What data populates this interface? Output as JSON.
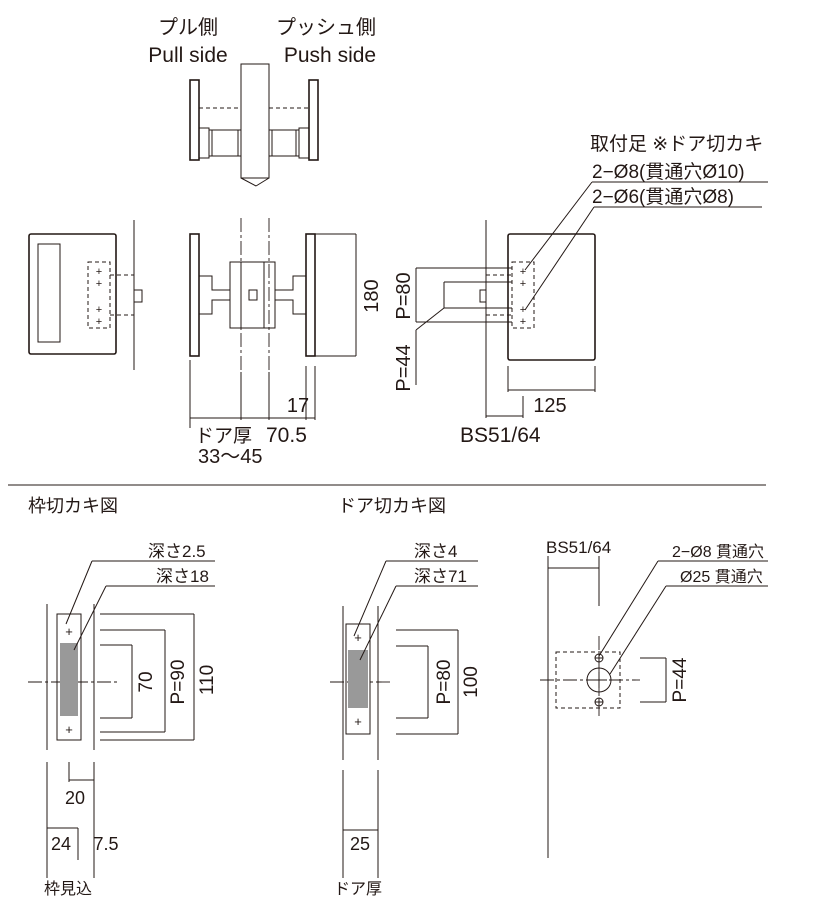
{
  "labels": {
    "pull_side_jp": "プル側",
    "pull_side_en": "Pull side",
    "push_side_jp": "プッシュ側",
    "push_side_en": "Push side",
    "mounting_title": "取付足 ※ドア切カキ",
    "mounting_hole_1": "2−Ø8(貫通穴Ø10)",
    "mounting_hole_2": "2−Ø6(貫通穴Ø8)",
    "dim_180": "180",
    "dim_p80": "P=80",
    "dim_p44": "P=44",
    "dim_17": "17",
    "door_thickness_label": "ドア厚",
    "dim_70_5": "70.5",
    "door_thickness_range": "33〜45",
    "dim_125": "125",
    "backset": "BS51/64",
    "frame_cutout_title": "枠切カキ図",
    "door_cutout_title": "ドア切カキ図",
    "frame_depth_1": "深さ2.5",
    "frame_depth_2": "深さ18",
    "dim_70": "70",
    "dim_p90": "P=90",
    "dim_110": "110",
    "dim_20": "20",
    "dim_24": "24",
    "dim_7_5": "7.5",
    "frame_depth_label": "枠見込",
    "door_depth_1": "深さ4",
    "door_depth_2": "深さ71",
    "dim_p80_b": "P=80",
    "dim_100": "100",
    "dim_25": "25",
    "door_thickness_b": "ドア厚",
    "backset_b": "BS51/64",
    "through_hole_1": "2−Ø8 貫通穴",
    "through_hole_2": "Ø25 貫通穴",
    "dim_p44_b": "P=44"
  }
}
